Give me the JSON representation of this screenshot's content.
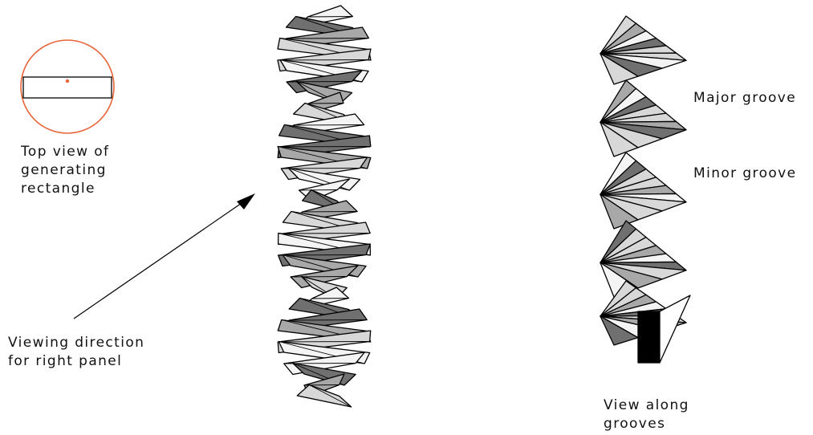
{
  "labels": {
    "top_view": "Top view of\ngenerating\nrectangle",
    "viewing_direction": "Viewing direction\nfor right panel",
    "major_groove": "Major groove",
    "minor_groove": "Minor groove",
    "view_along": "View along\ngrooves"
  },
  "colors": {
    "circle": "#e8643c",
    "center_dot": "#e8643c",
    "edge": "#000000",
    "shade_dark": "#707070",
    "shade_mid": "#a8a8a8",
    "shade_light": "#d8d8d8",
    "shade_white": "#f4f4f4"
  }
}
